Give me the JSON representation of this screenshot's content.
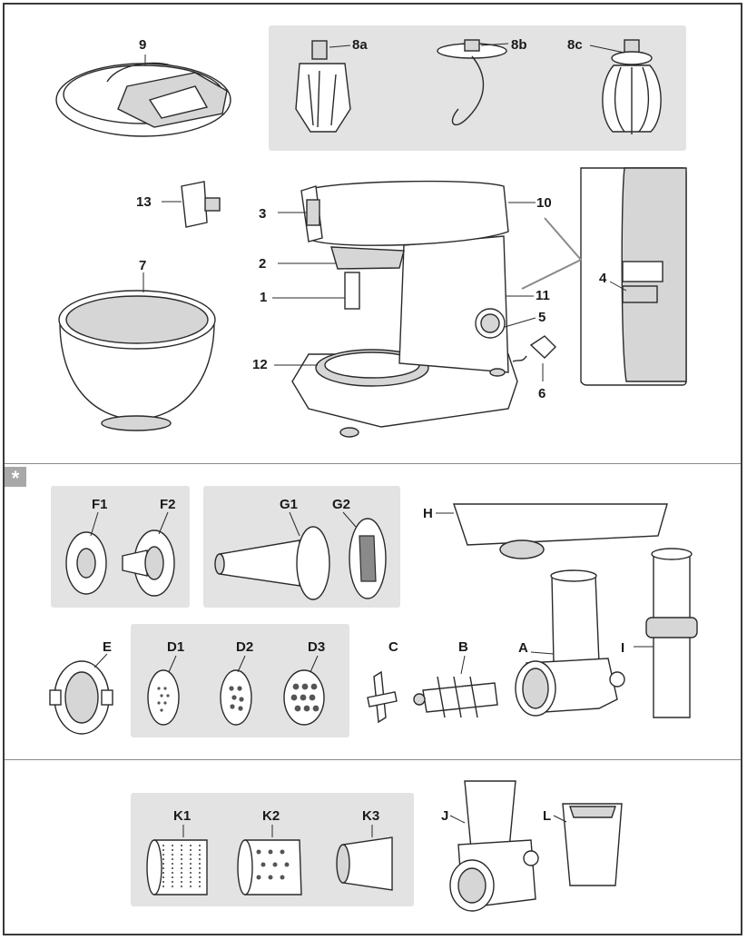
{
  "section_marker": "*",
  "labels": {
    "p9": "9",
    "p8a": "8a",
    "p8b": "8b",
    "p8c": "8c",
    "p13": "13",
    "p3": "3",
    "p10": "10",
    "p2": "2",
    "p7": "7",
    "p1": "1",
    "p11": "11",
    "p5": "5",
    "p12": "12",
    "p6": "6",
    "p4": "4",
    "F1": "F1",
    "F2": "F2",
    "G1": "G1",
    "G2": "G2",
    "H": "H",
    "E": "E",
    "D1": "D1",
    "D2": "D2",
    "D3": "D3",
    "C": "C",
    "B": "B",
    "A": "A",
    "I": "I",
    "K1": "K1",
    "K2": "K2",
    "K3": "K3",
    "J": "J",
    "L": "L"
  }
}
